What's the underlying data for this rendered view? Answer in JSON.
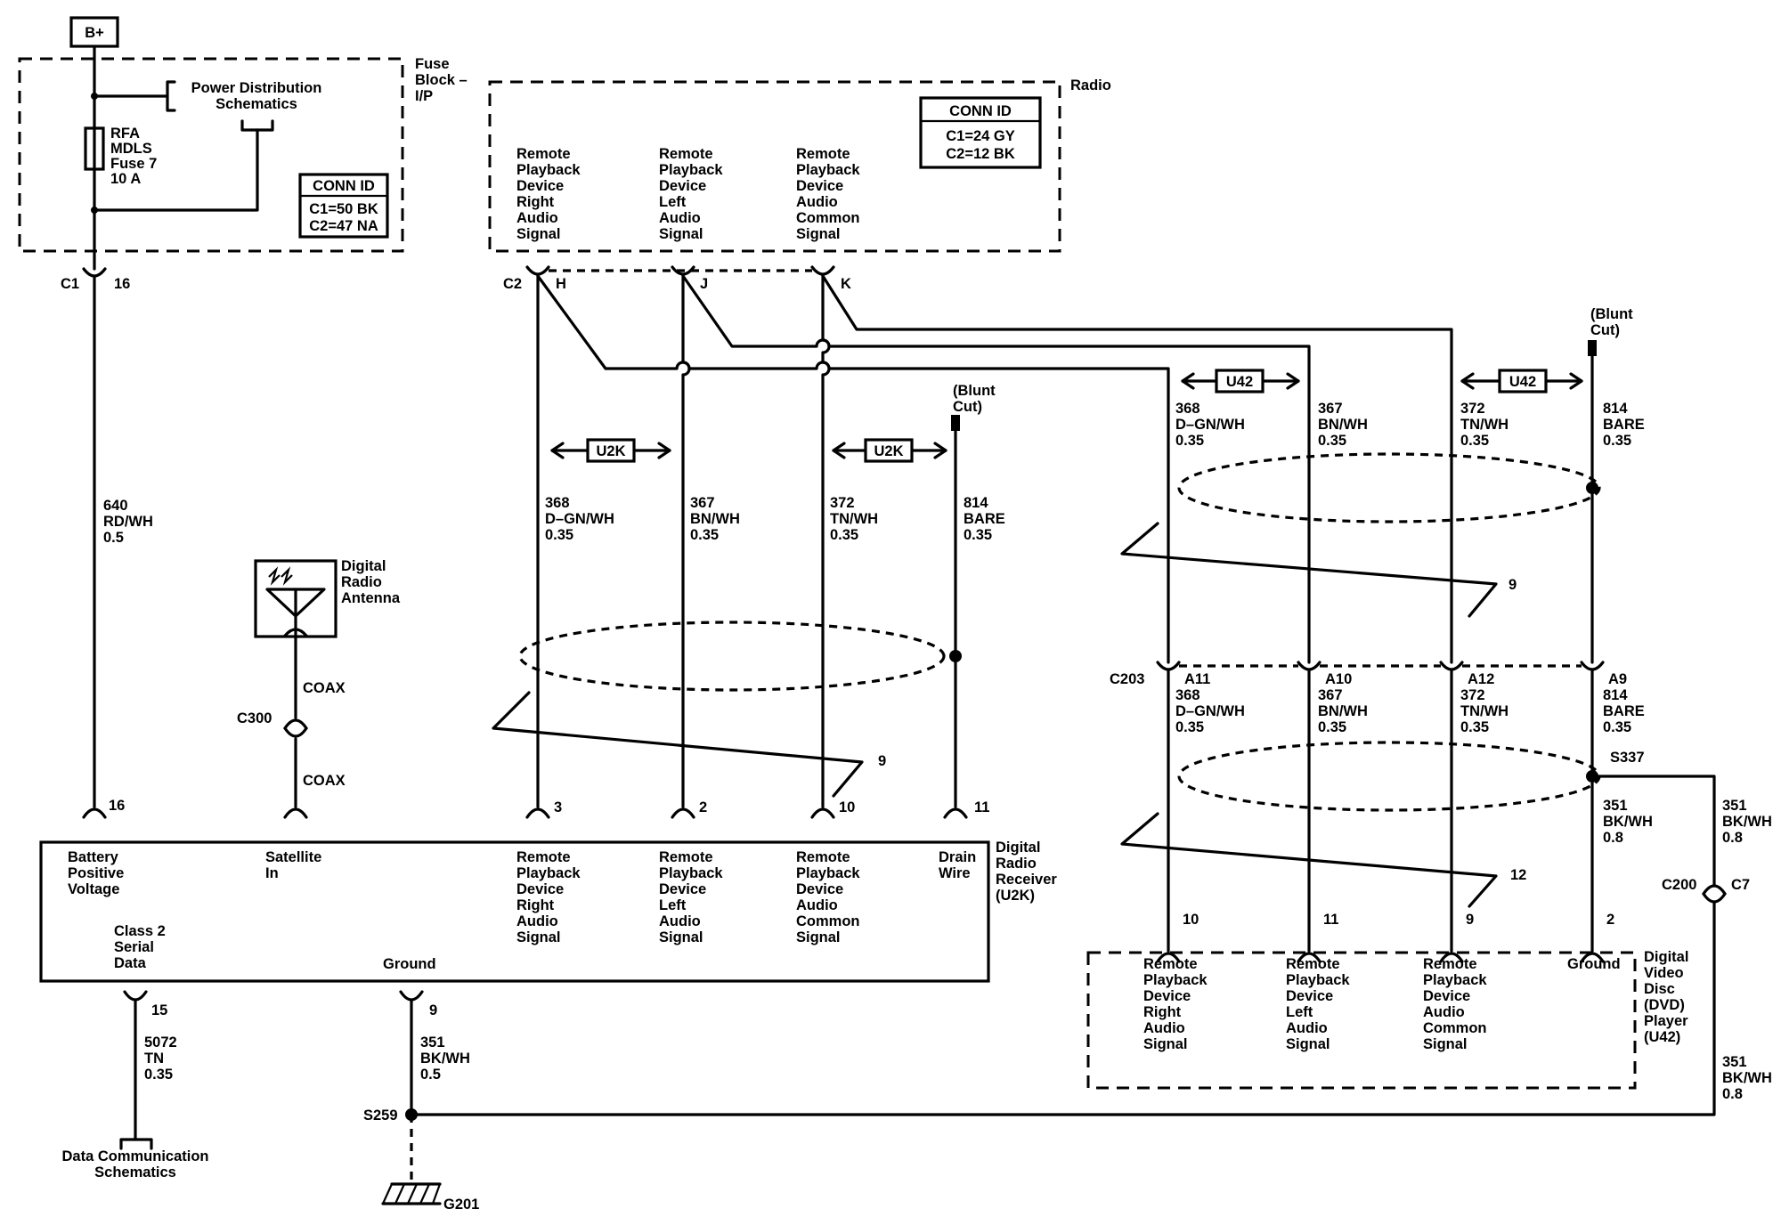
{
  "battery": "B+",
  "fuse_block": {
    "label": [
      "Fuse",
      "Block –",
      "I/P"
    ],
    "power_dist": [
      "Power Distribution",
      "Schematics"
    ],
    "fuse": [
      "RFA",
      "MDLS",
      "Fuse 7",
      "10 A"
    ],
    "conn_title": "CONN ID",
    "conn_rows": [
      "C1=50 BK",
      "C2=47 NA"
    ]
  },
  "radio": {
    "label": "Radio",
    "conn_title": "CONN ID",
    "conn_rows": [
      "C1=24 GY",
      "C2=12 BK"
    ],
    "pins": [
      [
        "Remote",
        "Playback",
        "Device",
        "Right",
        "Audio",
        "Signal"
      ],
      [
        "Remote",
        "Playback",
        "Device",
        "Left",
        "Audio",
        "Signal"
      ],
      [
        "Remote",
        "Playback",
        "Device",
        "Audio",
        "Common",
        "Signal"
      ]
    ]
  },
  "connectors": {
    "c1": "C1",
    "c1_pin": "16",
    "c2": "C2",
    "c2_h": "H",
    "c2_j": "J",
    "c2_k": "K",
    "c300": "C300",
    "c203": "C203",
    "c200": "C200",
    "c7": "C7",
    "s259": "S259",
    "s337": "S337",
    "g201": "G201"
  },
  "wires": {
    "w640": [
      "640",
      "RD/WH",
      "0.5"
    ],
    "coax": "COAX",
    "w368": [
      "368",
      "D–GN/WH",
      "0.35"
    ],
    "w367": [
      "367",
      "BN/WH",
      "0.35"
    ],
    "w372": [
      "372",
      "TN/WH",
      "0.35"
    ],
    "w814": [
      "814",
      "BARE",
      "0.35"
    ],
    "w5072": [
      "5072",
      "TN",
      "0.35"
    ],
    "w351a": [
      "351",
      "BK/WH",
      "0.5"
    ],
    "w351b": [
      "351",
      "BK/WH",
      "0.8"
    ],
    "blunt": [
      "(Blunt",
      "Cut)"
    ],
    "u2k": "U2K",
    "u42": "U42",
    "twist9": "9",
    "twist12": "12"
  },
  "c203_pins": [
    "A11",
    "A10",
    "A12",
    "A9"
  ],
  "antenna": [
    "Digital",
    "Radio",
    "Antenna"
  ],
  "receiver": {
    "name": [
      "Digital",
      "Radio",
      "Receiver",
      "(U2K)"
    ],
    "pins": {
      "p16": "16",
      "p3": "3",
      "p2": "2",
      "p10": "10",
      "p11": "11",
      "p15": "15",
      "p9": "9"
    },
    "battery": [
      "Battery",
      "Positive",
      "Voltage"
    ],
    "satellite": [
      "Satellite",
      "In"
    ],
    "right": [
      "Remote",
      "Playback",
      "Device",
      "Right",
      "Audio",
      "Signal"
    ],
    "left": [
      "Remote",
      "Playback",
      "Device",
      "Left",
      "Audio",
      "Signal"
    ],
    "common": [
      "Remote",
      "Playback",
      "Device",
      "Audio",
      "Common",
      "Signal"
    ],
    "drain": [
      "Drain",
      "Wire"
    ],
    "class2": [
      "Class 2",
      "Serial",
      "Data"
    ],
    "ground": "Ground"
  },
  "dvd": {
    "name": [
      "Digital",
      "Video",
      "Disc",
      "(DVD)",
      "Player",
      "(U42)"
    ],
    "pins": {
      "p10": "10",
      "p11": "11",
      "p9": "9",
      "p2": "2"
    },
    "right": [
      "Remote",
      "Playback",
      "Device",
      "Right",
      "Audio",
      "Signal"
    ],
    "left": [
      "Remote",
      "Playback",
      "Device",
      "Left",
      "Audio",
      "Signal"
    ],
    "common": [
      "Remote",
      "Playback",
      "Device",
      "Audio",
      "Common",
      "Signal"
    ],
    "ground": "Ground"
  },
  "data_comm": [
    "Data Communication",
    "Schematics"
  ]
}
